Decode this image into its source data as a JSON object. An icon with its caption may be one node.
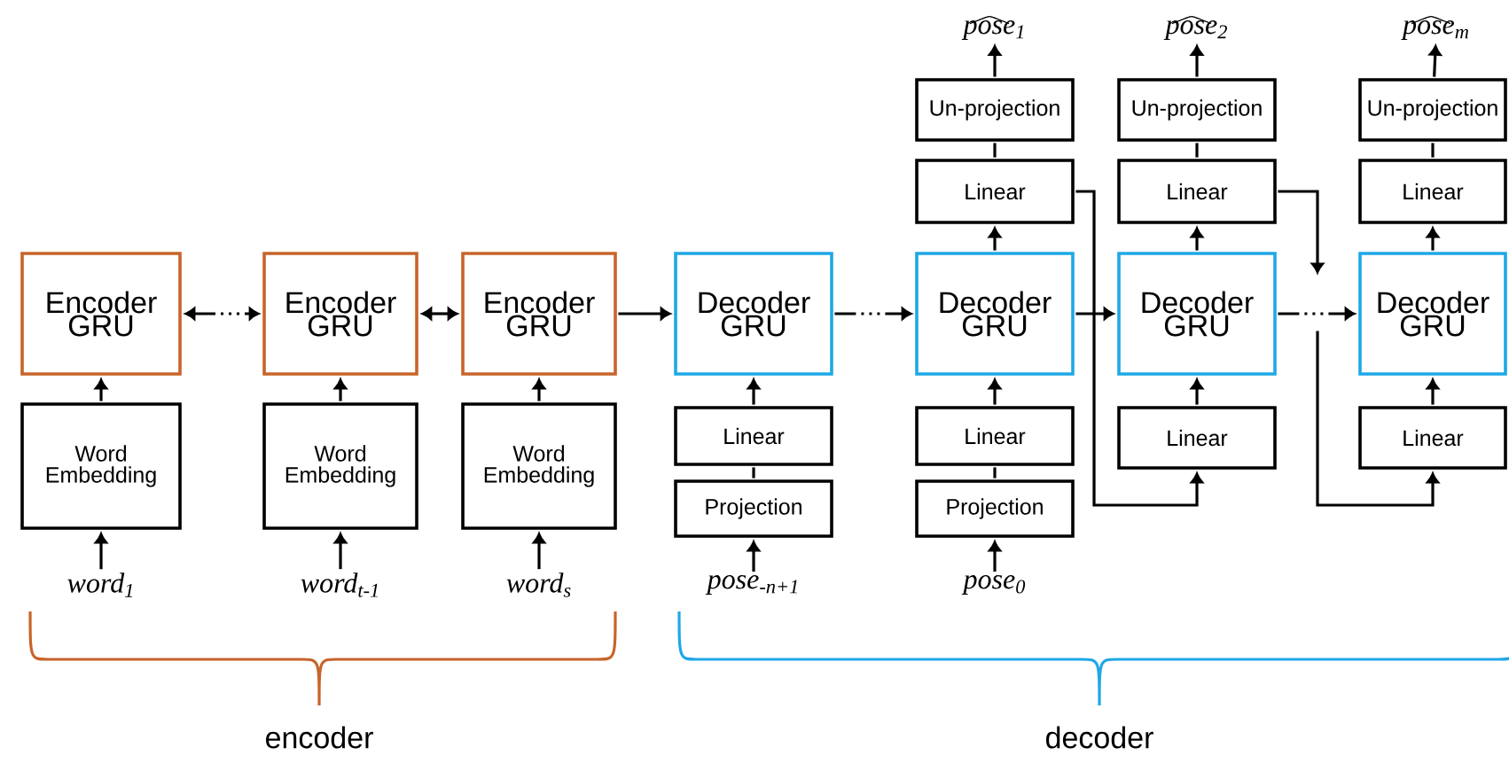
{
  "diagram": {
    "nodes": [
      {
        "text": [
          "Encoder GRU"
        ]
      },
      {
        "text": [
          "Word Embedding"
        ]
      },
      {
        "text": [
          "word$_{1}$"
        ]
      },
      {
        "text": [
          "Encoder GRU"
        ]
      },
      {
        "text": [
          "Word Embedding"
        ]
      },
      {
        "text": [
          "word$_{t-1}$"
        ]
      },
      {
        "text": [
          "Encoder GRU"
        ]
      },
      {
        "text": [
          "Word Embedding"
        ]
      },
      {
        "text": [
          "word$_{s}$"
        ]
      },
      {
        "text": [
          "Decoder GRU"
        ]
      },
      {
        "text": [
          "Linear"
        ]
      },
      {
        "text": [
          "Projection"
        ]
      },
      {
        "text": [
          "pose$_{-n+1}$"
        ]
      },
      {
        "text": [
          "pose$_{1}$"
        ]
      },
      {
        "text": [
          "Un-projection"
        ]
      },
      {
        "text": [
          "Linear"
        ]
      },
      {
        "text": [
          "Decoder GRU"
        ]
      },
      {
        "text": [
          "Linear"
        ]
      },
      {
        "text": [
          "Projection"
        ]
      },
      {
        "text": [
          "pose$_{0}$"
        ]
      },
      {
        "text": [
          "pose$_{2}$"
        ]
      },
      {
        "text": [
          "Un-projection"
        ]
      },
      {
        "text": [
          "Linear"
        ]
      },
      {
        "text": [
          "Decoder GRU"
        ]
      },
      {
        "text": [
          "Linear"
        ]
      },
      {
        "text": [
          "pose$_{m}$"
        ]
      },
      {
        "text": [
          "Un-projection"
        ]
      },
      {
        "text": [
          "Linear"
        ]
      },
      {
        "text": [
          "Decoder GRU"
        ]
      },
      {
        "text": [
          "Linear"
        ]
      }
    ],
    "edges": [
      {
        "from": 0,
        "to": 3,
        "arrow": "both",
        "style": "dashed"
      },
      {
        "from": 3,
        "to": 6,
        "arrow": "both"
      },
      {
        "from": 1,
        "to": 0,
        "arrow": "to"
      },
      {
        "from": 2,
        "to": 1,
        "arrow": "to"
      },
      {
        "from": 4,
        "to": 3,
        "arrow": "to"
      },
      {
        "from": 5,
        "to": 4,
        "arrow": "to"
      },
      {
        "from": 7,
        "to": 6,
        "arrow": "to"
      },
      {
        "from": 8,
        "to": 7,
        "arrow": "to"
      },
      {
        "from": 6,
        "to": 9,
        "arrow": "to"
      },
      {
        "from": 10,
        "to": 9,
        "arrow": "to"
      },
      {
        "from": 11,
        "to": 10,
        "arrow": "none"
      },
      {
        "from": 12,
        "to": 11,
        "arrow": "to"
      },
      {
        "from": 9,
        "to": 16,
        "arrow": "to",
        "style": "dashed"
      },
      {
        "from": 16,
        "to": 15,
        "arrow": "to"
      },
      {
        "from": 15,
        "to": 14,
        "arrow": "none"
      },
      {
        "from": 14,
        "to": 13,
        "arrow": "to"
      },
      {
        "from": 17,
        "to": 16,
        "arrow": "to"
      },
      {
        "from": 18,
        "to": 17,
        "arrow": "none"
      },
      {
        "from": 19,
        "to": 18,
        "arrow": "to"
      },
      {
        "from": 15,
        "to": 24,
        "arrow": "to"
      },
      {
        "from": 16,
        "to": 23,
        "arrow": "to"
      },
      {
        "from": 23,
        "to": 28,
        "arrow": "to",
        "style": "dashed"
      },
      {
        "from": 22,
        "to": null,
        "arrow": "to"
      },
      {
        "from": null,
        "to": 29,
        "arrow": "to"
      },
      {
        "from": 24,
        "to": 23,
        "arrow": "to"
      },
      {
        "from": 23,
        "to": 22,
        "arrow": "to"
      },
      {
        "from": 22,
        "to": 21,
        "arrow": "none"
      },
      {
        "from": 21,
        "to": 20,
        "arrow": "to"
      },
      {
        "from": 29,
        "to": 28,
        "arrow": "to"
      },
      {
        "from": 28,
        "to": 27,
        "arrow": "to"
      },
      {
        "from": 27,
        "to": 26,
        "arrow": "none"
      },
      {
        "from": 26,
        "to": 25,
        "arrow": "to"
      }
    ],
    "labels": [
      "encoder",
      "decoder"
    ]
  }
}
